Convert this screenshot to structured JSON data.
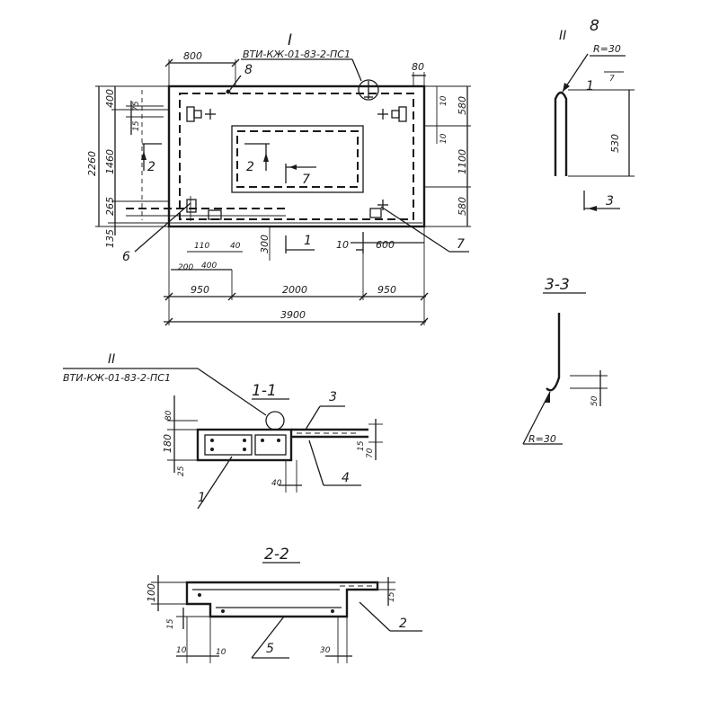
{
  "plan": {
    "marker_I": "I",
    "doc_ref_I": "ВТИ-КЖ-01-83-2-ПС1",
    "pos_8": "8",
    "pos_7": "7",
    "pos_6": "6",
    "sec_2_mark": "2",
    "sec_1_mark": "1",
    "dims": {
      "d800": "800",
      "d80": "80",
      "d400": "400",
      "d75": "75",
      "d15": "15",
      "d2260": "2260",
      "d1460": "1460",
      "d265": "265",
      "d135": "135",
      "d580a": "580",
      "d10a": "10",
      "d10b": "10",
      "d1100": "1100",
      "d580b": "580",
      "d110": "110",
      "d40": "40",
      "d300": "300",
      "d10c": "10",
      "d600": "600",
      "d200": "200",
      "d400b": "400",
      "d950a": "950",
      "d2000": "2000",
      "d950b": "950",
      "d3900": "3900"
    }
  },
  "detail_II": {
    "label": "II",
    "pos_8": "8",
    "r30": "R=30",
    "mark_1": "1",
    "mark_7": "7",
    "d530": "530",
    "mark_3": "3"
  },
  "section_33": {
    "title": "3-3",
    "d50": "50",
    "r30": "R=30"
  },
  "section_11": {
    "marker_II": "II",
    "doc_ref_II": "ВТИ-КЖ-01-83-2-ПС1",
    "title": "1-1",
    "pos_3": "3",
    "pos_4": "4",
    "pos_1": "1",
    "d80": "80",
    "d180": "180",
    "d25": "25",
    "d15": "15",
    "d70": "70",
    "d40": "40"
  },
  "section_22": {
    "title": "2-2",
    "d100": "100",
    "d15a": "15",
    "d15b": "15",
    "pos_2": "2",
    "pos_5": "5",
    "d10a": "10",
    "d10b": "10",
    "d30": "30"
  }
}
